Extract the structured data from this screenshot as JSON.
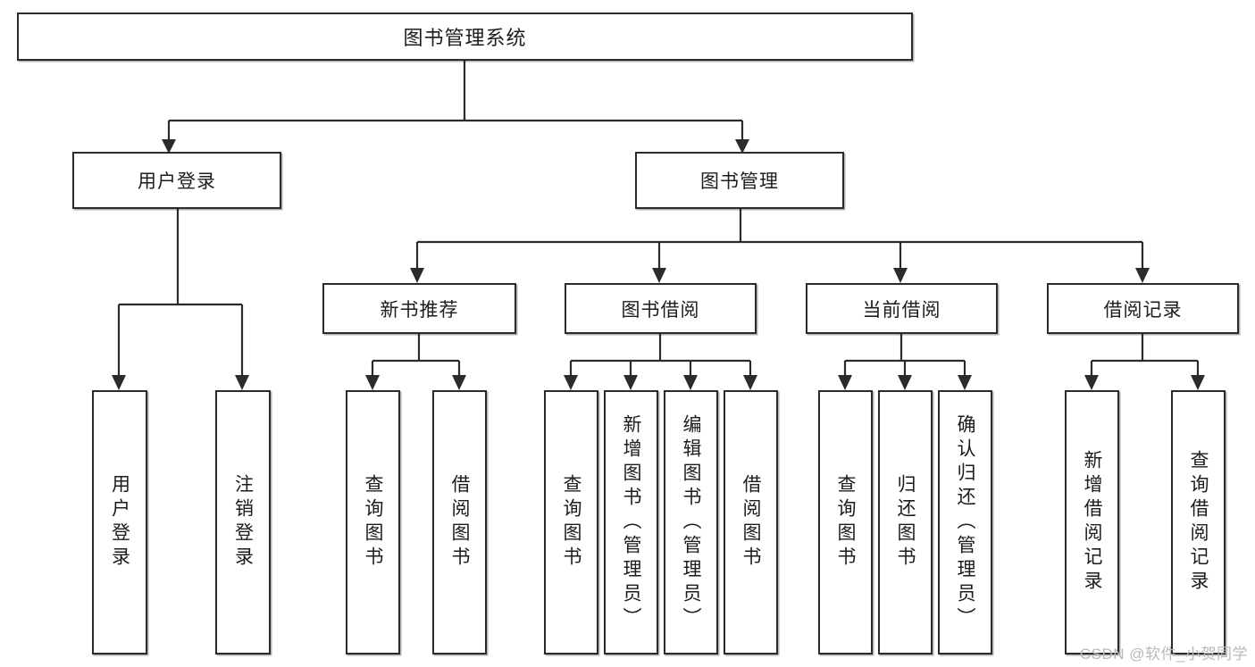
{
  "diagram": {
    "type": "hierarchy-tree",
    "title": "图书管理系统",
    "watermark": "CSDN @软件_小贺同学",
    "colors": {
      "line": "#2b2b2b",
      "box_fill": "#ffffff",
      "text": "#1c1c1c",
      "watermark": "#b9b9b9"
    },
    "root": {
      "label": "图书管理系统"
    },
    "level2": [
      {
        "label": "用户登录"
      },
      {
        "label": "图书管理"
      }
    ],
    "user_login_children": [
      {
        "label": "用户登录"
      },
      {
        "label": "注销登录"
      }
    ],
    "level3": [
      {
        "label": "新书推荐"
      },
      {
        "label": "图书借阅"
      },
      {
        "label": "当前借阅"
      },
      {
        "label": "借阅记录"
      }
    ],
    "new_book_children": [
      {
        "label": "查询图书"
      },
      {
        "label": "借阅图书"
      }
    ],
    "borrow_children": [
      {
        "label": "查询图书"
      },
      {
        "label": "新增图书（管理员）"
      },
      {
        "label": "编辑图书（管理员）"
      },
      {
        "label": "借阅图书"
      }
    ],
    "current_borrow_children": [
      {
        "label": "查询图书"
      },
      {
        "label": "归还图书"
      },
      {
        "label": "确认归还（管理员）"
      }
    ],
    "record_children": [
      {
        "label": "新增借阅记录"
      },
      {
        "label": "查询借阅记录"
      }
    ]
  }
}
